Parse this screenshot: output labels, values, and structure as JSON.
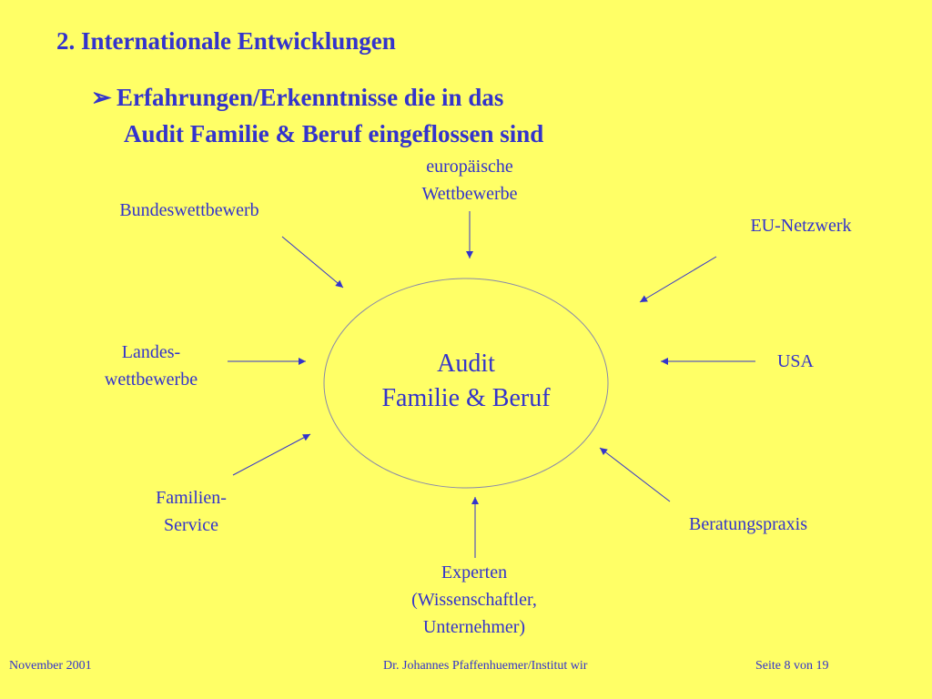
{
  "title": "2. Internationale Entwicklungen",
  "subtitle": {
    "bullet": "➢",
    "line1": "Erfahrungen/Erkenntnisse die in das",
    "line2": "Audit Familie & Beruf eingeflossen sind"
  },
  "center": {
    "line1": "Audit",
    "line2": "Familie & Beruf"
  },
  "nodes": {
    "europaeische": {
      "line1": "europäische",
      "line2": "Wettbewerbe"
    },
    "bundes": {
      "line1": "Bundeswettbewerb"
    },
    "eu": {
      "line1": "EU-Netzwerk"
    },
    "landes": {
      "line1": "Landes-",
      "line2": "wettbewerbe"
    },
    "usa": {
      "line1": "USA"
    },
    "familien": {
      "line1": "Familien-",
      "line2": "Service"
    },
    "beratung": {
      "line1": "Beratungspraxis"
    },
    "experten": {
      "line1": "Experten",
      "line2": "(Wissenschaftler,",
      "line3": "Unternehmer)"
    }
  },
  "footer": {
    "left": "November 2001",
    "center": "Dr. Johannes Pfaffenhuemer/Institut wir",
    "right": "Seite 8 von 19"
  },
  "colors": {
    "background": "#ffff66",
    "accent": "#3333cc"
  }
}
